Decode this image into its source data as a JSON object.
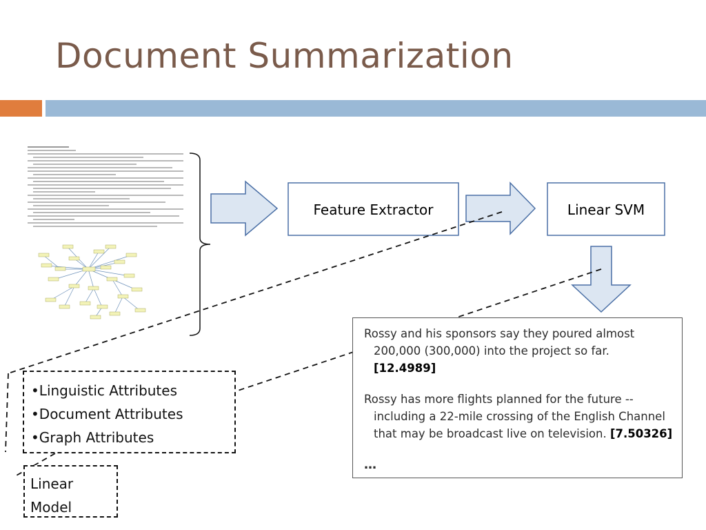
{
  "slide": {
    "title": "Document Summarization"
  },
  "flow": {
    "feature_extractor": "Feature Extractor",
    "linear_svm": "Linear SVM"
  },
  "attributes": {
    "items": [
      "•Linguistic Attributes",
      "•Document Attributes",
      "•Graph Attributes"
    ]
  },
  "model": {
    "line1": "Linear",
    "line2": "Model"
  },
  "output": {
    "sentences": [
      {
        "text": "Rossy and his sponsors say they poured almost 200,000 (300,000) into the project so far.",
        "score": "[12.4989]"
      },
      {
        "text": "Rossy has more flights planned for the future -- including a 22-mile crossing of the English Channel that may be broadcast live on television.",
        "score": "[7.50326]"
      }
    ],
    "ellipsis": "…"
  }
}
